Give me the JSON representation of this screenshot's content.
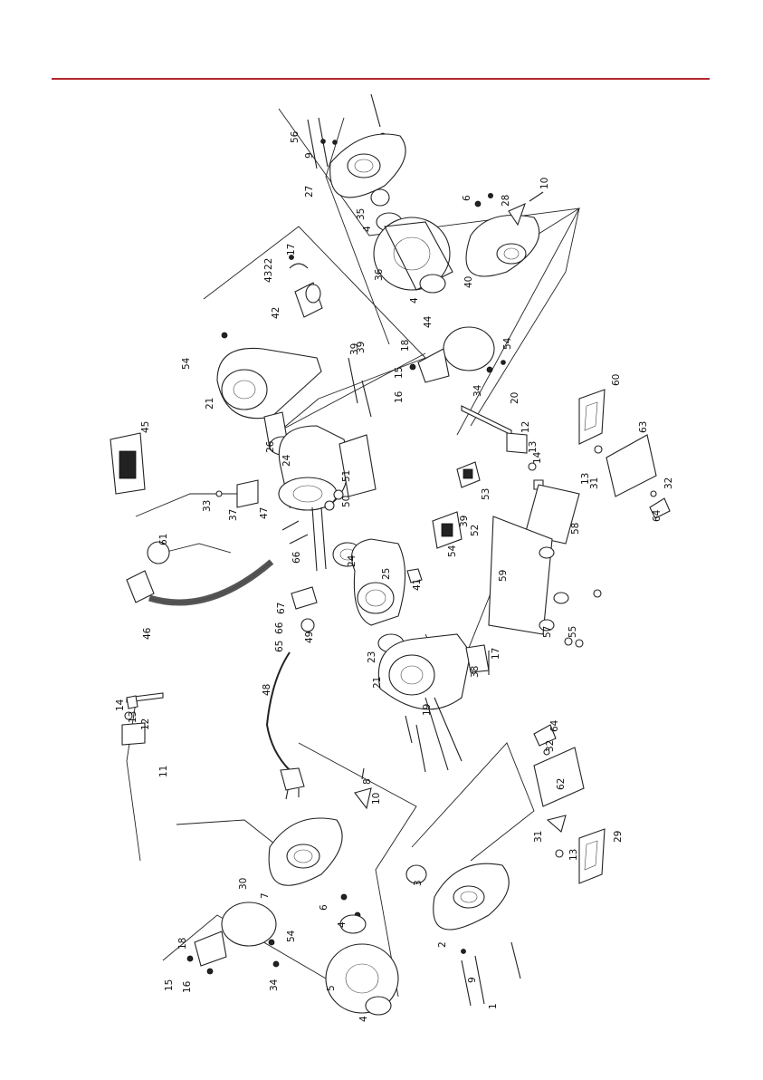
{
  "colors": {
    "header_rule": "#b3262b",
    "ink": "#222222"
  },
  "labels": [
    {
      "id": "56",
      "text": "56"
    },
    {
      "id": "9a",
      "text": "9"
    },
    {
      "id": "27",
      "text": "27"
    },
    {
      "id": "35",
      "text": "35"
    },
    {
      "id": "4a",
      "text": "4"
    },
    {
      "id": "36",
      "text": "36"
    },
    {
      "id": "4b",
      "text": "4"
    },
    {
      "id": "6a",
      "text": "6"
    },
    {
      "id": "28",
      "text": "28"
    },
    {
      "id": "10a",
      "text": "10"
    },
    {
      "id": "40",
      "text": "40"
    },
    {
      "id": "42",
      "text": "42"
    },
    {
      "id": "43",
      "text": "43"
    },
    {
      "id": "22",
      "text": "22"
    },
    {
      "id": "17a",
      "text": "17"
    },
    {
      "id": "44",
      "text": "44"
    },
    {
      "id": "18a",
      "text": "18"
    },
    {
      "id": "54a",
      "text": "54"
    },
    {
      "id": "21a",
      "text": "21"
    },
    {
      "id": "39a",
      "text": "39"
    },
    {
      "id": "15a",
      "text": "15"
    },
    {
      "id": "16a",
      "text": "16"
    },
    {
      "id": "34a",
      "text": "34"
    },
    {
      "id": "54b",
      "text": "54"
    },
    {
      "id": "20",
      "text": "20"
    },
    {
      "id": "12a",
      "text": "12"
    },
    {
      "id": "13a",
      "text": "13"
    },
    {
      "id": "14a",
      "text": "14"
    },
    {
      "id": "60",
      "text": "60"
    },
    {
      "id": "45",
      "text": "45"
    },
    {
      "id": "26",
      "text": "26"
    },
    {
      "id": "24a",
      "text": "24"
    },
    {
      "id": "33",
      "text": "33"
    },
    {
      "id": "37",
      "text": "37"
    },
    {
      "id": "47",
      "text": "47"
    },
    {
      "id": "50",
      "text": "50"
    },
    {
      "id": "51",
      "text": "51"
    },
    {
      "id": "39b",
      "text": "39"
    },
    {
      "id": "53",
      "text": "53"
    },
    {
      "id": "52",
      "text": "52"
    },
    {
      "id": "39c",
      "text": "39"
    },
    {
      "id": "54c",
      "text": "54"
    },
    {
      "id": "13b",
      "text": "13"
    },
    {
      "id": "31a",
      "text": "31"
    },
    {
      "id": "63",
      "text": "63"
    },
    {
      "id": "32a",
      "text": "32"
    },
    {
      "id": "64a",
      "text": "64"
    },
    {
      "id": "58",
      "text": "58"
    },
    {
      "id": "61",
      "text": "61"
    },
    {
      "id": "66a",
      "text": "66"
    },
    {
      "id": "24b",
      "text": "24"
    },
    {
      "id": "25",
      "text": "25"
    },
    {
      "id": "41",
      "text": "41"
    },
    {
      "id": "59",
      "text": "59"
    },
    {
      "id": "46",
      "text": "46"
    },
    {
      "id": "67",
      "text": "67"
    },
    {
      "id": "66b",
      "text": "66"
    },
    {
      "id": "65",
      "text": "65"
    },
    {
      "id": "49",
      "text": "49"
    },
    {
      "id": "23",
      "text": "23"
    },
    {
      "id": "21b",
      "text": "21"
    },
    {
      "id": "38",
      "text": "38"
    },
    {
      "id": "17b",
      "text": "17"
    },
    {
      "id": "57",
      "text": "57"
    },
    {
      "id": "55",
      "text": "55"
    },
    {
      "id": "48",
      "text": "48"
    },
    {
      "id": "19",
      "text": "19"
    },
    {
      "id": "14b",
      "text": "14"
    },
    {
      "id": "13c",
      "text": "13"
    },
    {
      "id": "12b",
      "text": "12"
    },
    {
      "id": "11",
      "text": "11"
    },
    {
      "id": "8",
      "text": "8"
    },
    {
      "id": "10b",
      "text": "10"
    },
    {
      "id": "64b",
      "text": "64"
    },
    {
      "id": "32b",
      "text": "32"
    },
    {
      "id": "62",
      "text": "62"
    },
    {
      "id": "7",
      "text": "7"
    },
    {
      "id": "3",
      "text": "3"
    },
    {
      "id": "31b",
      "text": "31"
    },
    {
      "id": "29",
      "text": "29"
    },
    {
      "id": "18b",
      "text": "18"
    },
    {
      "id": "30",
      "text": "30"
    },
    {
      "id": "54d",
      "text": "54"
    },
    {
      "id": "6b",
      "text": "6"
    },
    {
      "id": "4c",
      "text": "4"
    },
    {
      "id": "13d",
      "text": "13"
    },
    {
      "id": "2",
      "text": "2"
    },
    {
      "id": "15b",
      "text": "15"
    },
    {
      "id": "16b",
      "text": "16"
    },
    {
      "id": "34b",
      "text": "34"
    },
    {
      "id": "5",
      "text": "5"
    },
    {
      "id": "9b",
      "text": "9"
    },
    {
      "id": "4d",
      "text": "4"
    },
    {
      "id": "1",
      "text": "1"
    }
  ]
}
